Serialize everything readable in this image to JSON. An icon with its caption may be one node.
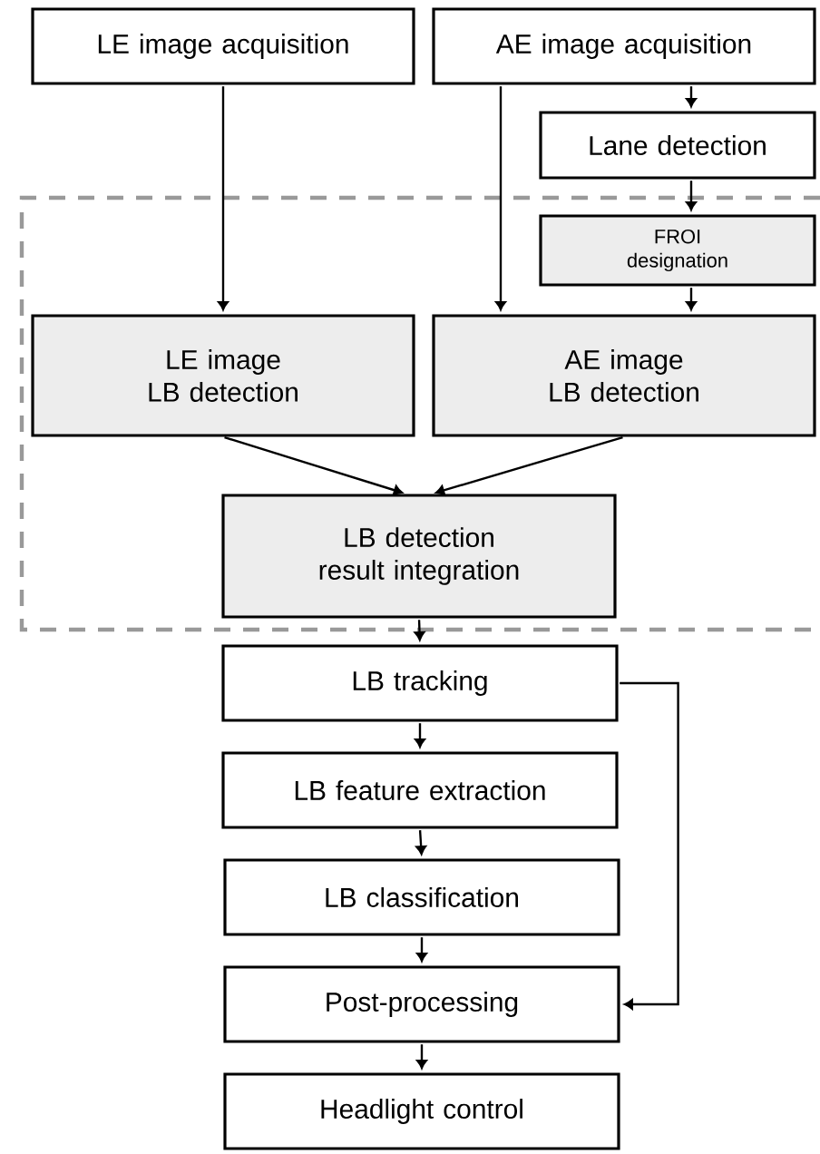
{
  "diagram": {
    "nodes": [
      {
        "text": [
          "LE image acquisition"
        ]
      },
      {
        "text": [
          "AE image acquisition"
        ]
      },
      {
        "text": [
          "Lane detection"
        ]
      },
      {
        "text": [
          "FROI designation"
        ]
      },
      {
        "text": [
          "LE image LB detection"
        ]
      },
      {
        "text": [
          "AE image LB detection"
        ]
      },
      {
        "text": [
          "LB detection result integration"
        ]
      },
      {
        "text": [
          "LB tracking"
        ]
      },
      {
        "text": [
          "LB feature extraction"
        ]
      },
      {
        "text": [
          "LB classification"
        ]
      },
      {
        "text": [
          "Post-processing"
        ]
      },
      {
        "text": [
          "Headlight control"
        ]
      }
    ],
    "edges": [
      {
        "from": 0,
        "to": 4,
        "arrow": "to"
      },
      {
        "from": 1,
        "to": 5,
        "arrow": "to"
      },
      {
        "from": 1,
        "to": 2,
        "arrow": "to"
      },
      {
        "from": 2,
        "to": 3,
        "arrow": "to"
      },
      {
        "from": 3,
        "to": 5,
        "arrow": "to"
      },
      {
        "from": 4,
        "to": 6,
        "arrow": "to"
      },
      {
        "from": 5,
        "to": 6,
        "arrow": "to"
      },
      {
        "from": 6,
        "to": 7,
        "arrow": "to"
      },
      {
        "from": 7,
        "to": 8,
        "arrow": "to"
      },
      {
        "from": 8,
        "to": 9,
        "arrow": "to"
      },
      {
        "from": 9,
        "to": 10,
        "arrow": "to"
      },
      {
        "from": 10,
        "to": 11,
        "arrow": "to"
      },
      {
        "from": 7,
        "to": 10,
        "arrow": "to"
      }
    ]
  }
}
